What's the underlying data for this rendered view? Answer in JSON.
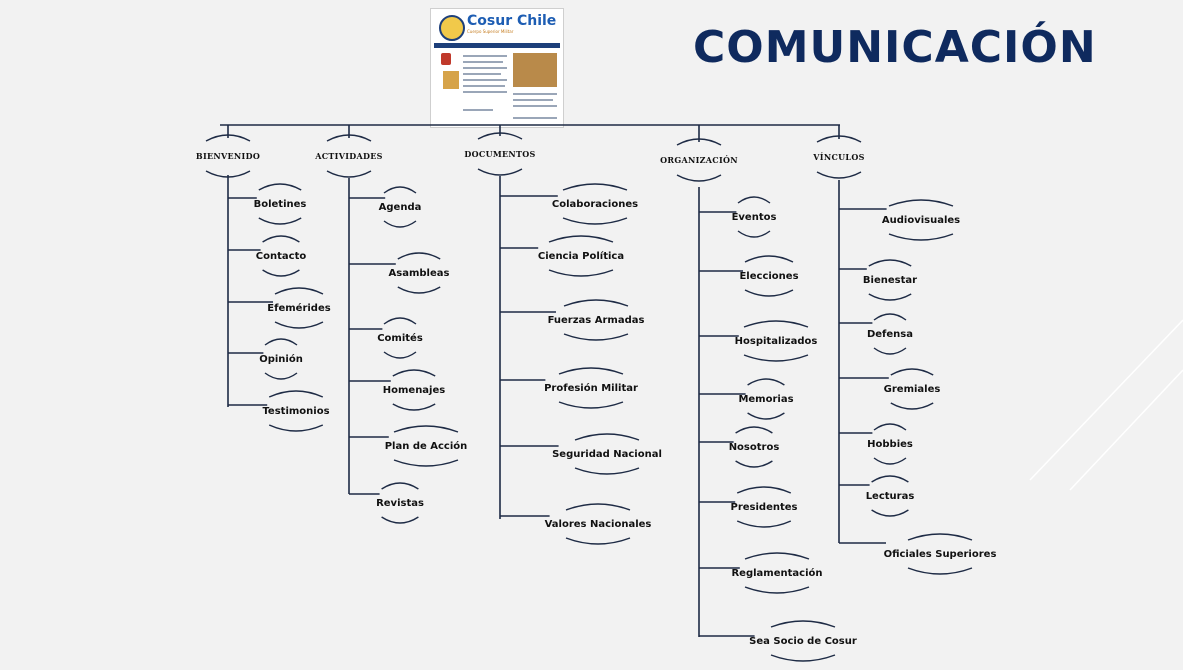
{
  "slide": {
    "title": "COMUNICACIÓN",
    "thumbnail_title": "Cosur Chile",
    "thumbnail_subtitle": "Cuerpo Superior Militar"
  },
  "categories": [
    {
      "name": "BIENVENIDO",
      "items": [
        "Boletines",
        "Contacto",
        "Efemérides",
        "Opinión",
        "Testimonios"
      ]
    },
    {
      "name": "ACTIVIDADES",
      "items": [
        "Agenda",
        "Asambleas",
        "Comités",
        "Homenajes",
        "Plan de Acción",
        "Revistas"
      ]
    },
    {
      "name": "DOCUMENTOS",
      "items": [
        "Colaboraciones",
        "Ciencia Política",
        "Fuerzas Armadas",
        "Profesión Militar",
        "Seguridad Nacional",
        "Valores Nacionales"
      ]
    },
    {
      "name": "ORGANIZACIÓN",
      "items": [
        "Eventos",
        "Elecciones",
        "Hospitalizados",
        "Memorias",
        "Nosotros",
        "Presidentes",
        "Reglamentación",
        "Sea Socio de Cosur"
      ]
    },
    {
      "name": "VÍNCULOS",
      "items": [
        "Audiovisuales",
        "Bienestar",
        "Defensa",
        "Gremiales",
        "Hobbies",
        "Lecturas",
        "Oficiales Superiores"
      ]
    }
  ],
  "colors": {
    "title": "#0f2a5e",
    "lines": "#1e2b45",
    "background": "#f2f2f2"
  }
}
